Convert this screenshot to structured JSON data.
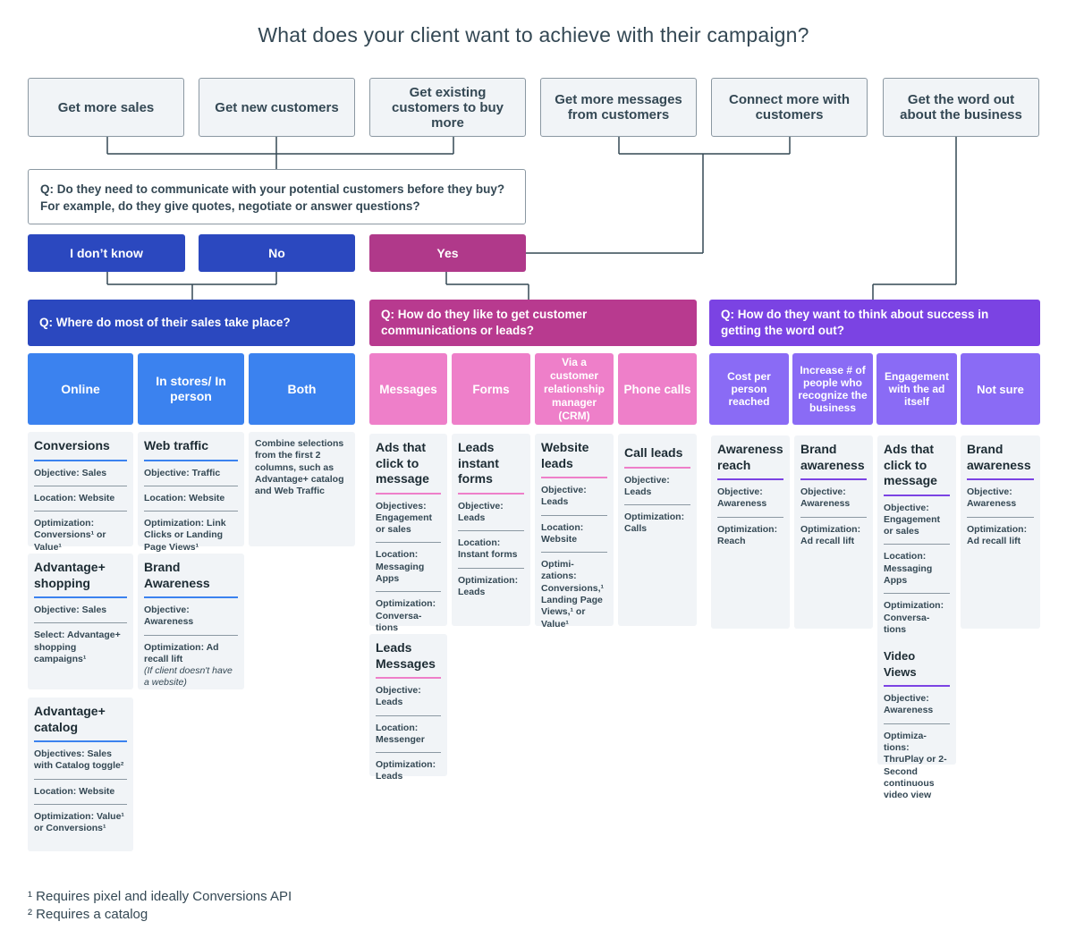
{
  "title": "What does your client want to achieve with their campaign?",
  "goals": [
    "Get more sales",
    "Get new customers",
    "Get existing customers to buy more",
    "Get more messages from customers",
    "Connect more with customers",
    "Get the word out about the business"
  ],
  "question1": {
    "line1": "Q: Do they need to communicate with your potential customers before they buy?",
    "line2": "For example, do they give quotes, negotiate or answer questions?"
  },
  "answers": {
    "dont_know": "I don’t know",
    "no": "No",
    "yes": "Yes"
  },
  "q_sales": "Q: Where do most of their sales take place?",
  "q_leads": "Q: How do they like to get customer communications or leads?",
  "q_awareness": "Q: How do they want to think about success in getting the word out?",
  "sales_options": {
    "online": "Online",
    "stores": "In stores/ In person",
    "both": "Both"
  },
  "lead_options": {
    "messages": "Messages",
    "forms": "Forms",
    "crm": "Via a customer relationship manager (CRM)",
    "calls": "Phone calls"
  },
  "awareness_options": {
    "cost": "Cost per person reached",
    "increase": "Increase # of people who recognize the business",
    "engagement": "Engagement with the ad itself",
    "unsure": "Not sure"
  },
  "cards": {
    "conversions": {
      "title": "Conversions",
      "r1": "Objective: Sales",
      "r2": "Location: Website",
      "r3": "Optimization: Conversions¹ or Value¹"
    },
    "adv_shopping": {
      "title": "Advantage+ shopping",
      "r1": "Objective: Sales",
      "r2": "Select: Advantage+ shopping campaigns¹"
    },
    "adv_catalog": {
      "title": "Advantage+ catalog",
      "r1": "Objectives: Sales with Catalog toggle²",
      "r2": "Location: Website",
      "r3": "Optimization: Value¹ or Conversions¹"
    },
    "web_traffic": {
      "title": "Web traffic",
      "r1": "Objective: Traffic",
      "r2": "Location: Website",
      "r3": "Optimization: Link Clicks or Landing Page Views¹"
    },
    "brand_awareness_store": {
      "title": "Brand Awareness",
      "r1": "Objective: Awareness",
      "r2": "Optimization: Ad recall lift",
      "r2_note": "(If client doesn't have a website)"
    },
    "both_text": "Combine selections from the first 2 columns, such as Advantage+ catalog and Web Traffic",
    "ads_click_msg": {
      "title": "Ads that click to message",
      "r1": "Objectives: Engagement or sales",
      "r2": "Location: Messaging Apps",
      "r3": "Optimization: Conversa- tions"
    },
    "leads_messages": {
      "title": "Leads Messages",
      "r1": "Objective: Leads",
      "r2": "Location: Messenger",
      "r3": "Optimization: Leads"
    },
    "leads_forms": {
      "title": "Leads instant forms",
      "r1": "Objective: Leads",
      "r2": "Location: Instant forms",
      "r3": "Optimization: Leads"
    },
    "website_leads": {
      "title": "Website leads",
      "r1": "Objective: Leads",
      "r2": "Location: Website",
      "r3": "Optimi- zations: Conversions,¹ Landing Page Views,¹ or Value¹"
    },
    "call_leads": {
      "title": "Call leads",
      "r1": "Objective: Leads",
      "r2": "Optimization: Calls"
    },
    "awareness_reach": {
      "title": "Awareness reach",
      "r1": "Objective: Awareness",
      "r2": "Optimization: Reach"
    },
    "brand_awareness": {
      "title": "Brand awareness",
      "r1": "Objective: Awareness",
      "r2": "Optimization: Ad recall lift"
    },
    "ads_click_msg2": {
      "title": "Ads that click to message",
      "r1": "Objective: Engagement or sales",
      "r2": "Location: Messaging Apps",
      "r3": "Optimization: Conversa- tions"
    },
    "video_views": {
      "title": "Video Views",
      "r1": "Objective: Awareness",
      "r2": "Optimiza- tions: ThruPlay or 2-Second continuous video view"
    },
    "brand_awareness2": {
      "title": "Brand awareness",
      "r1": "Objective: Awareness",
      "r2": "Optimization: Ad recall lift"
    }
  },
  "footnotes": [
    "¹ Requires pixel and ideally Conversions API",
    "² Requires a catalog"
  ],
  "colors": {
    "blue_answer": "#2b48bf",
    "blue_option": "#3b82ef",
    "magenta_answer": "#b0398a",
    "magenta_head": "#b83a8f",
    "pink_option": "#ee7fc9",
    "purple_head": "#7b43e3",
    "purple_option": "#8a6bf5",
    "card_bg": "#f1f4f7"
  }
}
